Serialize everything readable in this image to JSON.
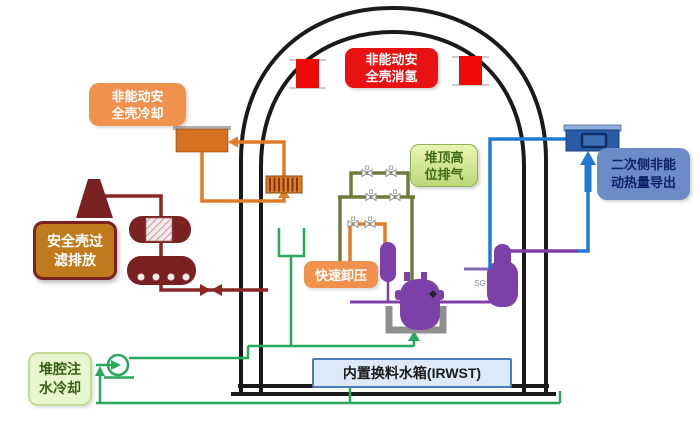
{
  "diagram": {
    "labels": {
      "hydrogen": {
        "line1": "非能动安",
        "line2": "全壳消氢"
      },
      "pcc": {
        "line1": "非能动安",
        "line2": "全壳冷却"
      },
      "filtered_vent": {
        "line1": "安全壳过",
        "line2": "滤排放"
      },
      "high_vent": {
        "line1": "堆顶高",
        "line2": "位排气"
      },
      "rapid_depress": {
        "text": "快速卸压"
      },
      "secondary_hr": {
        "line1": "二次侧非能",
        "line2": "动热量导出"
      },
      "cavity_cooling": {
        "line1": "堆腔注",
        "line2": "水冷却"
      },
      "irwst": {
        "text": "内置换料水箱(IRWST)"
      },
      "sg_tag": {
        "text": "SG"
      }
    },
    "colors": {
      "hydrogen_red": "#e81212",
      "label_orange": "#f0924e",
      "pcc_orange": "#e07b2a",
      "filtered_maroon": "#7a2222",
      "filtered_label_fill": "#c07a1e",
      "vent_olive": "#6f7b3e",
      "vent_label_green": "#bcd977",
      "injection_green": "#27a85c",
      "cavity_label_fill": "#e8f6cd",
      "primary_purple": "#7d3fa8",
      "secondary_blue": "#1f7ad4",
      "shr_label_blue": "#6c8cc8",
      "irwst_fill": "#dce9f8",
      "irwst_border": "#4a7ebb",
      "containment_black": "#1a1a1a",
      "cavity_gray": "#909090"
    },
    "icons": {
      "valve": "bowtie-valve-icon",
      "pump": "circle-pump-icon",
      "flow_arrow": "triangle-arrow-icon"
    }
  }
}
